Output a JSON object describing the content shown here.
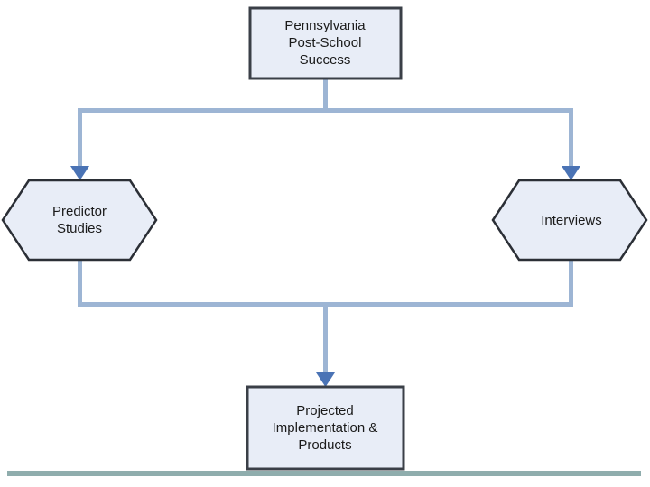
{
  "diagram": {
    "title": "Pennsylvania Post-School Success",
    "type": "flowchart",
    "nodes": {
      "top": {
        "id": "pennsylvania-post-school-success",
        "label": "Pennsylvania\nPost-School\nSuccess",
        "shape": "rectangle",
        "fill": "#E8EDF7",
        "stroke": "#3A3F47"
      },
      "left": {
        "id": "predictor-studies",
        "label": "Predictor\nStudies",
        "shape": "hexagon",
        "fill": "#E8EDF7",
        "stroke": "#2B2F36"
      },
      "right": {
        "id": "interviews",
        "label": "Interviews",
        "shape": "hexagon",
        "fill": "#E8EDF7",
        "stroke": "#2B2F36"
      },
      "bottom": {
        "id": "projected-implementation-and-products",
        "label": "Projected\nImplementation &\nProducts",
        "shape": "rectangle",
        "fill": "#E8EDF7",
        "stroke": "#3A3F47"
      }
    },
    "connectors": [
      {
        "from": "top",
        "to": "left",
        "style": "elbow-arrow"
      },
      {
        "from": "top",
        "to": "right",
        "style": "elbow-arrow"
      },
      {
        "from": "left",
        "to": "bottom",
        "style": "elbow-arrow"
      },
      {
        "from": "right",
        "to": "bottom",
        "style": "elbow-arrow"
      }
    ],
    "colors": {
      "connector_line": "#9DB5D4",
      "arrow_head": "#4A73B5",
      "node_fill": "#E8EDF7",
      "node_stroke_dark": "#2B2F36",
      "footer_rule": "#8FADAD",
      "text": "#1a1a1a"
    },
    "footer_rule": {
      "name": "bottom-divider",
      "color": "#8FADAD"
    }
  }
}
